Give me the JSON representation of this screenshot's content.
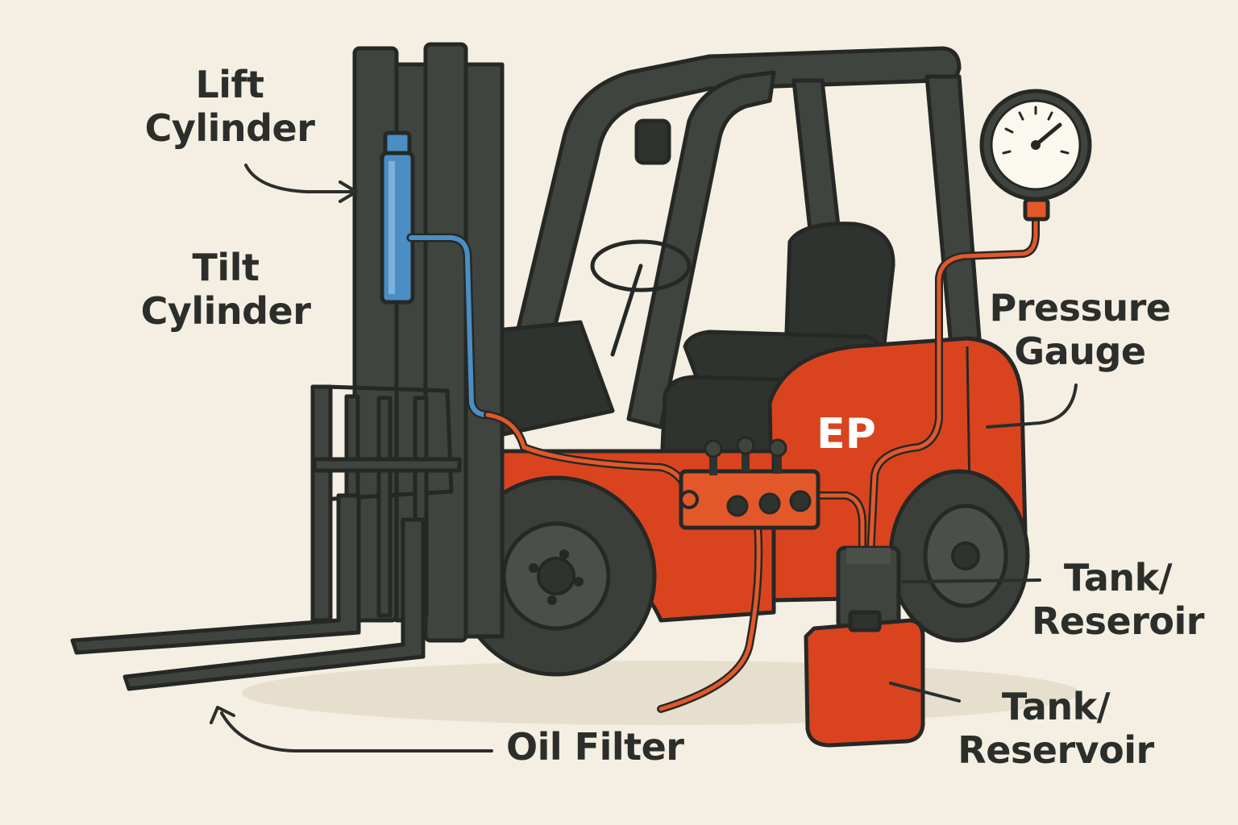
{
  "labels": {
    "lift_cylinder": [
      "Lift",
      "Cylinder"
    ],
    "tilt_cylinder": [
      "Tilt",
      "Cylinder"
    ],
    "pressure_gauge": [
      "Pressure",
      "Gauge"
    ],
    "tank_reseroir": [
      "Tank/",
      "Reseroir"
    ],
    "tank_reservoir": [
      "Tank/",
      "Reservoir"
    ],
    "oil_filter": "Oil Filter"
  },
  "logo": "EP",
  "colors": {
    "background": "#f4efe2",
    "frame": "#3d423d",
    "outline": "#262826",
    "body_red": "#d9441f",
    "hose_orange": "#e2582a",
    "cylinder_blue": "#4a8ec4",
    "text": "#2b2e2b"
  }
}
